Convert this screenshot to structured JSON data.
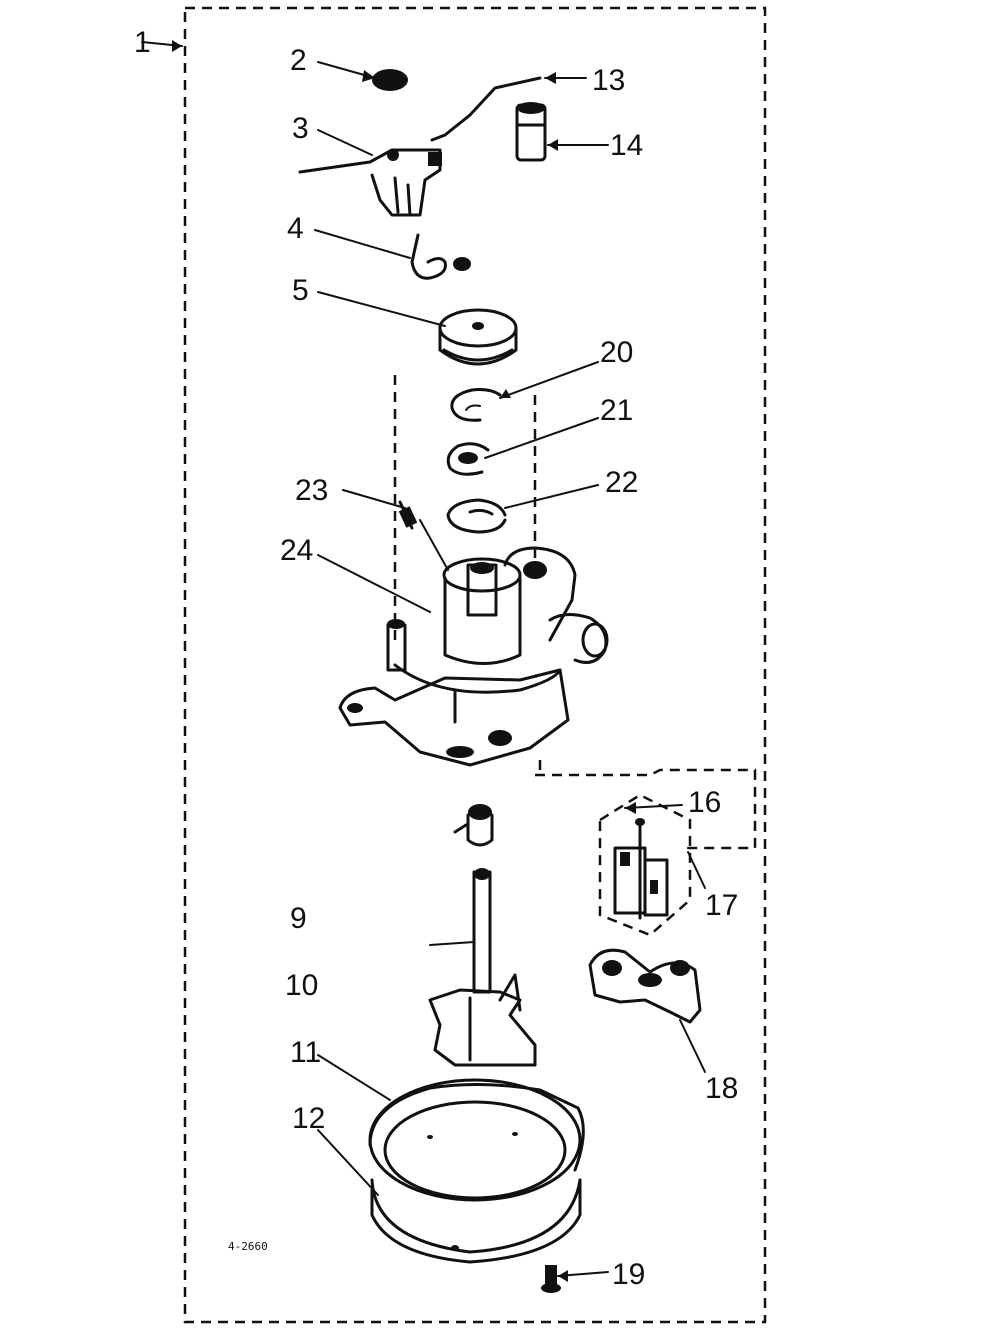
{
  "labels": {
    "l1": "1",
    "l2": "2",
    "l3": "3",
    "l4": "4",
    "l5": "5",
    "l9": "9",
    "l10": "10",
    "l11": "11",
    "l12": "12",
    "l13": "13",
    "l14": "14",
    "l16": "16",
    "l17": "17",
    "l18": "18",
    "l19": "19",
    "l20": "20",
    "l21": "21",
    "l22": "22",
    "l23": "23",
    "l24": "24"
  },
  "drawing_code": "4-2660"
}
